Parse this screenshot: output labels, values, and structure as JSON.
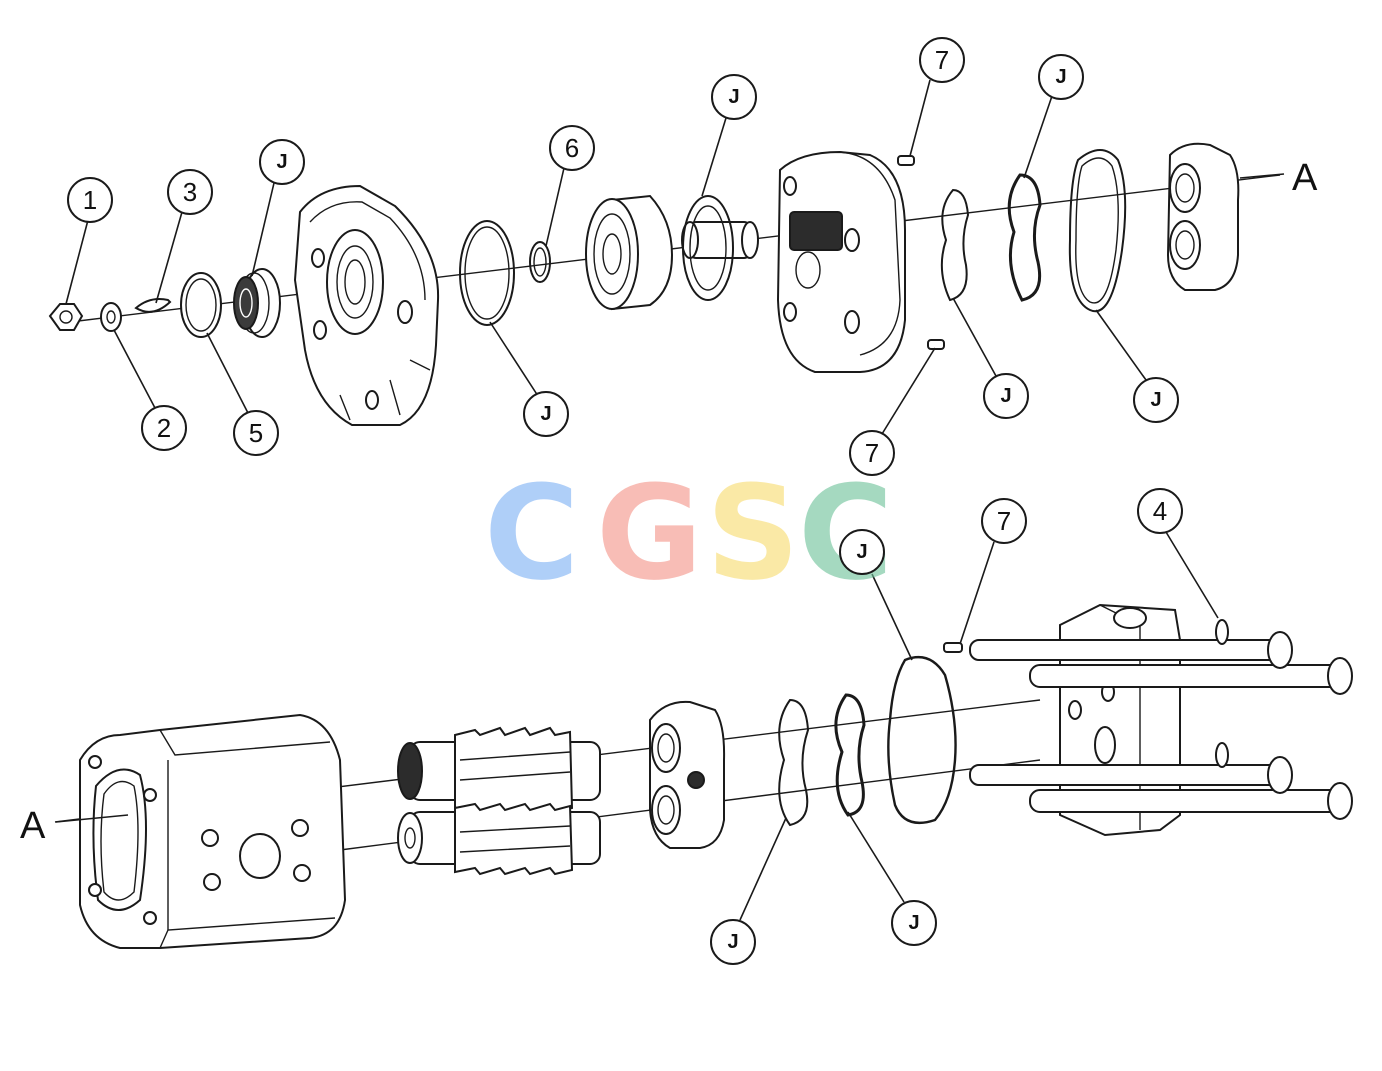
{
  "callouts_top": [
    {
      "id": "c1",
      "label": "1"
    },
    {
      "id": "c2",
      "label": "2"
    },
    {
      "id": "c3",
      "label": "3"
    },
    {
      "id": "c5",
      "label": "5"
    },
    {
      "id": "cJ1",
      "label": "J"
    },
    {
      "id": "cJ2",
      "label": "J"
    },
    {
      "id": "c6",
      "label": "6"
    },
    {
      "id": "cJ3",
      "label": "J"
    },
    {
      "id": "c7a",
      "label": "7"
    },
    {
      "id": "c7b",
      "label": "7"
    },
    {
      "id": "cJ4",
      "label": "J"
    },
    {
      "id": "cJ5",
      "label": "J"
    },
    {
      "id": "cJ6",
      "label": "J"
    }
  ],
  "callouts_bottom": [
    {
      "id": "c7c",
      "label": "7"
    },
    {
      "id": "c4",
      "label": "4"
    },
    {
      "id": "cJ7",
      "label": "J"
    },
    {
      "id": "cJ8",
      "label": "J"
    },
    {
      "id": "cJ9",
      "label": "J"
    }
  ],
  "match_marks": {
    "top": "A",
    "bottom": "A"
  },
  "watermark": {
    "letters": [
      {
        "char": "C",
        "color": "#7fb2f5"
      },
      {
        "char": "G",
        "color": "#f4968a"
      },
      {
        "char": "S",
        "color": "#f8dc70"
      },
      {
        "char": "C",
        "color": "#6fc39a"
      }
    ]
  },
  "colors": {
    "line": "#1a1a1a",
    "background": "#ffffff"
  }
}
